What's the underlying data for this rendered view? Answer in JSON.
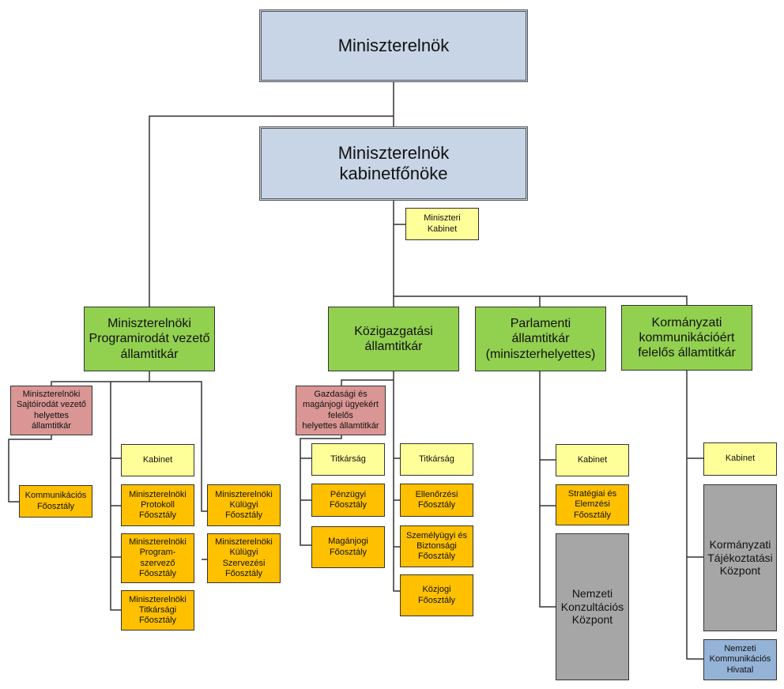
{
  "title": "Miniszterelnökség szervezeti ábra",
  "colors": {
    "top": "#c8d5e6",
    "state_secretary": "#92d050",
    "deputy": "#d99694",
    "cabinet": "#ffff99",
    "department": "#ffc000",
    "center": "#a6a6a6",
    "office": "#95b3d7",
    "line": "#333333"
  },
  "nodes": {
    "pm": "Miniszterelnök",
    "chief": "Miniszterelnök\nkabinetfőnöke",
    "ministerial_cabinet": "Miniszteri\nKabinet",
    "program_sec": "Miniszterelnöki\nProgramirodát vezető\nállamtitkár",
    "admin_sec": "Közigazgatási\nállamtitkár",
    "parl_sec": "Parlamenti\nállamtitkár\n(miniszterhelyettes)",
    "comm_sec": "Kormányzati\nkommunikációért\nfelelős államtitkár",
    "press_deputy": "Miniszterelnöki\nSajtóirodát vezető\nhelyettes\nállamtitkár",
    "comm_dept": "Kommunikációs\nFőosztály",
    "prog_cabinet": "Kabinet",
    "protocol": "Miniszterelnöki\nProtokoll\nFőosztály",
    "program_org": "Miniszterelnöki\nProgram-\nszervező\nFőosztály",
    "secretariat_dept": "Miniszterelnöki\nTitkársági\nFőosztály",
    "foreign": "Miniszterelnöki\nKülügyi\nFőosztály",
    "foreign_org": "Miniszterelnöki\nKülügyi\nSzervezési\nFőosztály",
    "econ_deputy": "Gazdasági és\nmagánjogi ügyekért\nfelelős\nhelyettes államtitkár",
    "econ_secretariat": "Titkárság",
    "finance": "Pénzügyi\nFőosztály",
    "private_law": "Magánjogi\nFőosztály",
    "admin_secretariat": "Titkárság",
    "control": "Ellenőrzési\nFőosztály",
    "hr_security": "Személyügyi és\nBiztonsági\nFőosztály",
    "public_law": "Közjogi\nFőosztály",
    "parl_cabinet": "Kabinet",
    "strategy": "Stratégiai és\nElemzési\nFőosztály",
    "consultation": "Nemzeti\nKonzultációs\nKözpont",
    "comm_cabinet": "Kabinet",
    "info_center": "Kormányzati\nTájékoztatási\nKözpont",
    "comm_office": "Nemzeti\nKommunikációs\nHivatal"
  }
}
